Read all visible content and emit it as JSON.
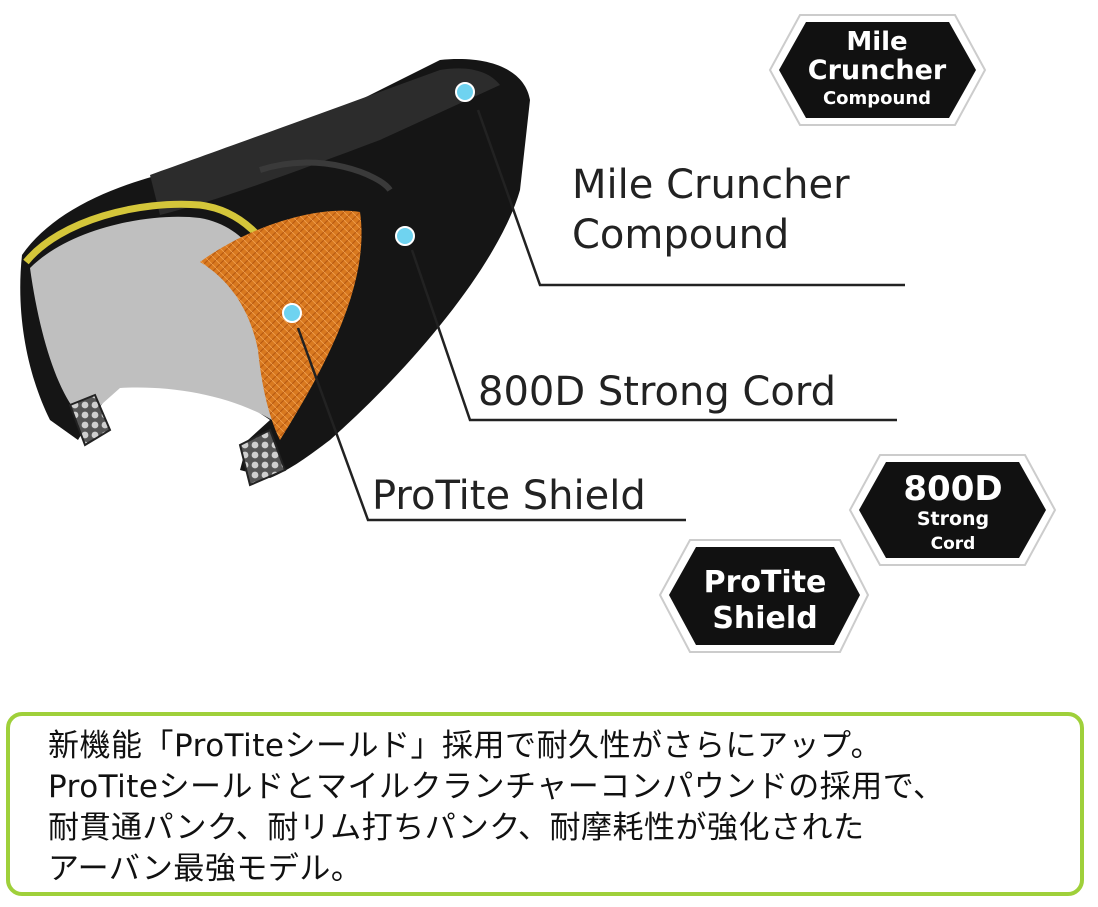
{
  "callouts": {
    "compound_line1": "Mile Cruncher",
    "compound_line2": "Compound",
    "cord": "800D Strong Cord",
    "shield": "ProTite Shield"
  },
  "badges": {
    "mile": {
      "line1": "Mile",
      "line2": "Cruncher",
      "line3": "Compound"
    },
    "cord": {
      "line1": "800D",
      "line2": "Strong",
      "line3": "Cord"
    },
    "protite": {
      "line1": "ProTite",
      "line2": "Shield"
    }
  },
  "caption": {
    "line1": "新機能「ProTiteシールド」採用で耐久性がさらにアップ。",
    "line2": "ProTiteシールドとマイルクランチャーコンパウンドの採用で、",
    "line3": "耐貫通パンク、耐リム打ちパンク、耐摩耗性が強化された",
    "line4": "アーバン最強モデル。"
  },
  "colors": {
    "tread": "#151515",
    "shield_orange": "#d9791f",
    "casing_yellow": "#d4c63a",
    "marker_blue": "#6fd3f0",
    "caption_border": "#9fd03a"
  }
}
